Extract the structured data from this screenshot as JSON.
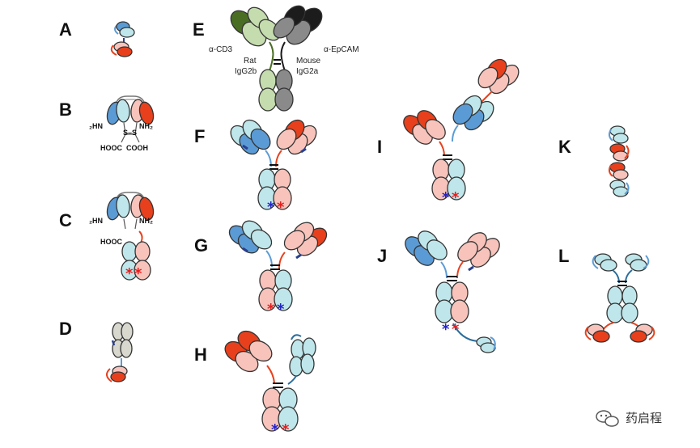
{
  "panels": [
    "A",
    "B",
    "C",
    "D",
    "E",
    "F",
    "G",
    "H",
    "I",
    "J",
    "K",
    "L"
  ],
  "chemistry": {
    "amine_left": "₂HN",
    "amine_right": "NH₂",
    "carboxyl_left": "HOOC",
    "carboxyl_right": "COOH",
    "disulfide": "S–S"
  },
  "panel_e": {
    "arm_left_target": "α-CD3",
    "arm_left_species": "Rat",
    "arm_left_isotype": "IgG2b",
    "arm_right_target": "α-EpCAM",
    "arm_right_species": "Mouse",
    "arm_right_isotype": "IgG2a"
  },
  "mutation_mark": "*",
  "watermark": {
    "text": "药启程",
    "icon": "wechat-icon"
  },
  "colors": {
    "blue_dark": "#5b9bd5",
    "blue_light": "#bfe6ea",
    "red_dark": "#e8401c",
    "red_light": "#f7c3bb",
    "grey_light": "#d8d8cf",
    "rat_green_dark": "#4a6d24",
    "rat_green_light": "#c5dcae",
    "mouse_black": "#1c1c1c",
    "mouse_grey": "#8a8a8a",
    "star_blue": "#2222cc",
    "star_red": "#e81b1b"
  }
}
